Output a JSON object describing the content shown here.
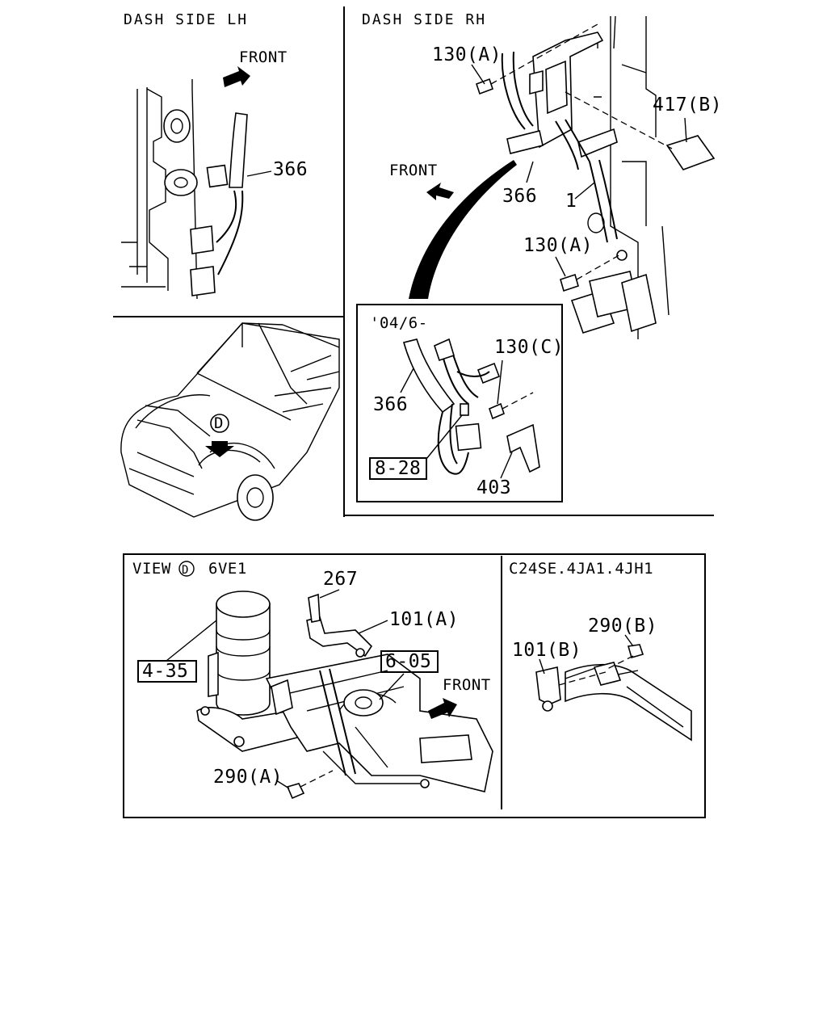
{
  "panels": {
    "dash_lh": {
      "title": "DASH SIDE LH",
      "front": "FRONT",
      "callouts": [
        "366"
      ]
    },
    "dash_rh": {
      "title": "DASH SIDE RH",
      "front": "FRONT",
      "callouts": [
        "130(A)",
        "417(B)",
        "366",
        "1",
        "130(A)"
      ]
    },
    "inset_0406": {
      "title": "'04/6-",
      "callouts": [
        "130(C)",
        "366",
        "8-28",
        "403"
      ]
    },
    "vehicle": {
      "view_marker": "D"
    },
    "view_d": {
      "title": "VIEW",
      "marker": "D",
      "engine": "6VE1",
      "front": "FRONT",
      "callouts": [
        "267",
        "101(A)",
        "4-35",
        "6-05",
        "290(A)"
      ]
    },
    "c24se": {
      "title": "C24SE.4JA1.4JH1",
      "callouts": [
        "290(B)",
        "101(B)"
      ]
    }
  }
}
